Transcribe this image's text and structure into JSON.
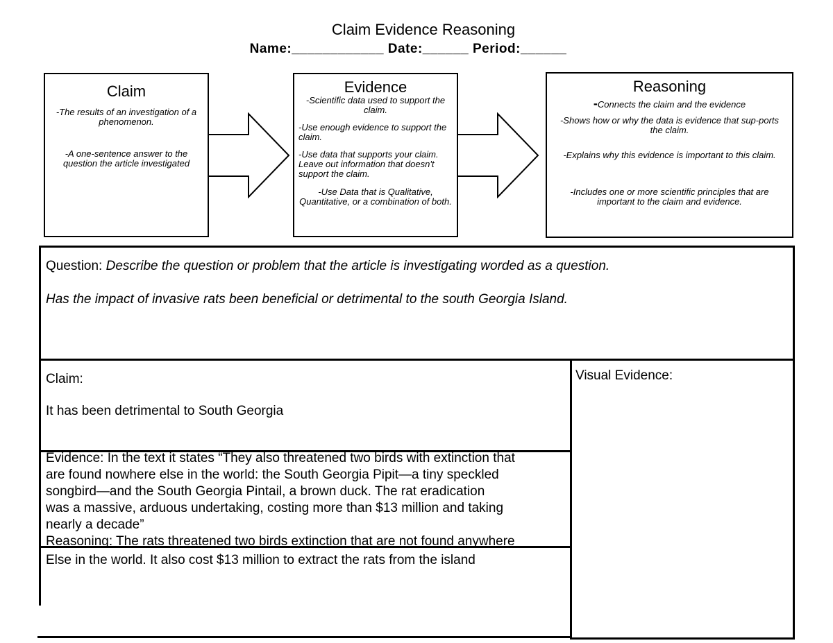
{
  "header": {
    "title": "Claim Evidence Reasoning",
    "subtitle": "Name:____________ Date:______ Period:______"
  },
  "cards": {
    "claim": {
      "title": "Claim",
      "notes": [
        "-The results of an investigation of a phenomenon.",
        "-A one-sentence answer to the question the article investigated"
      ]
    },
    "evidence": {
      "title": "Evidence",
      "notes": [
        "-Scientific data used to support the claim.",
        "-Use enough evidence to support the claim.",
        "-Use data that supports your claim. Leave out information that doesn't support the claim.",
        "-Use Data that is Qualitative, Quantitative, or a combination of both."
      ]
    },
    "reasoning": {
      "title": "Reasoning",
      "dash": "-",
      "notes": [
        "Connects the claim and the evidence",
        "-Shows how or why the data is evidence that sup-ports the claim.",
        "-Explains why this evidence is important to this claim.",
        "-Includes one or more scientific principles that are important to the claim and evidence."
      ]
    }
  },
  "question": {
    "label": "Question: ",
    "prompt": "Describe the question or problem that the article is investigating worded as a question.",
    "answer": "Has the impact of invasive rats been beneficial or detrimental to the south Georgia Island."
  },
  "claim_box": {
    "label": "Claim:",
    "text": "It has been detrimental to South Georgia"
  },
  "visual_evidence": {
    "label": "Visual Evidence:"
  },
  "evidence_box": {
    "lines": [
      "Evidence: In the text it states “They also threatened two birds with extinction that",
      "are found nowhere else in the world: the South Georgia Pipit—a tiny speckled",
      "songbird—and the South Georgia Pintail, a brown duck. The rat eradication",
      " was a massive, arduous undertaking, costing more than $13 million and taking",
      " nearly a decade”"
    ]
  },
  "reasoning_box": {
    "line1": "Reasoning: The rats threatened two birds extinction that are not found anywhere",
    "line2": "Else in the world. It also cost $13 million to extract the rats from the island"
  }
}
